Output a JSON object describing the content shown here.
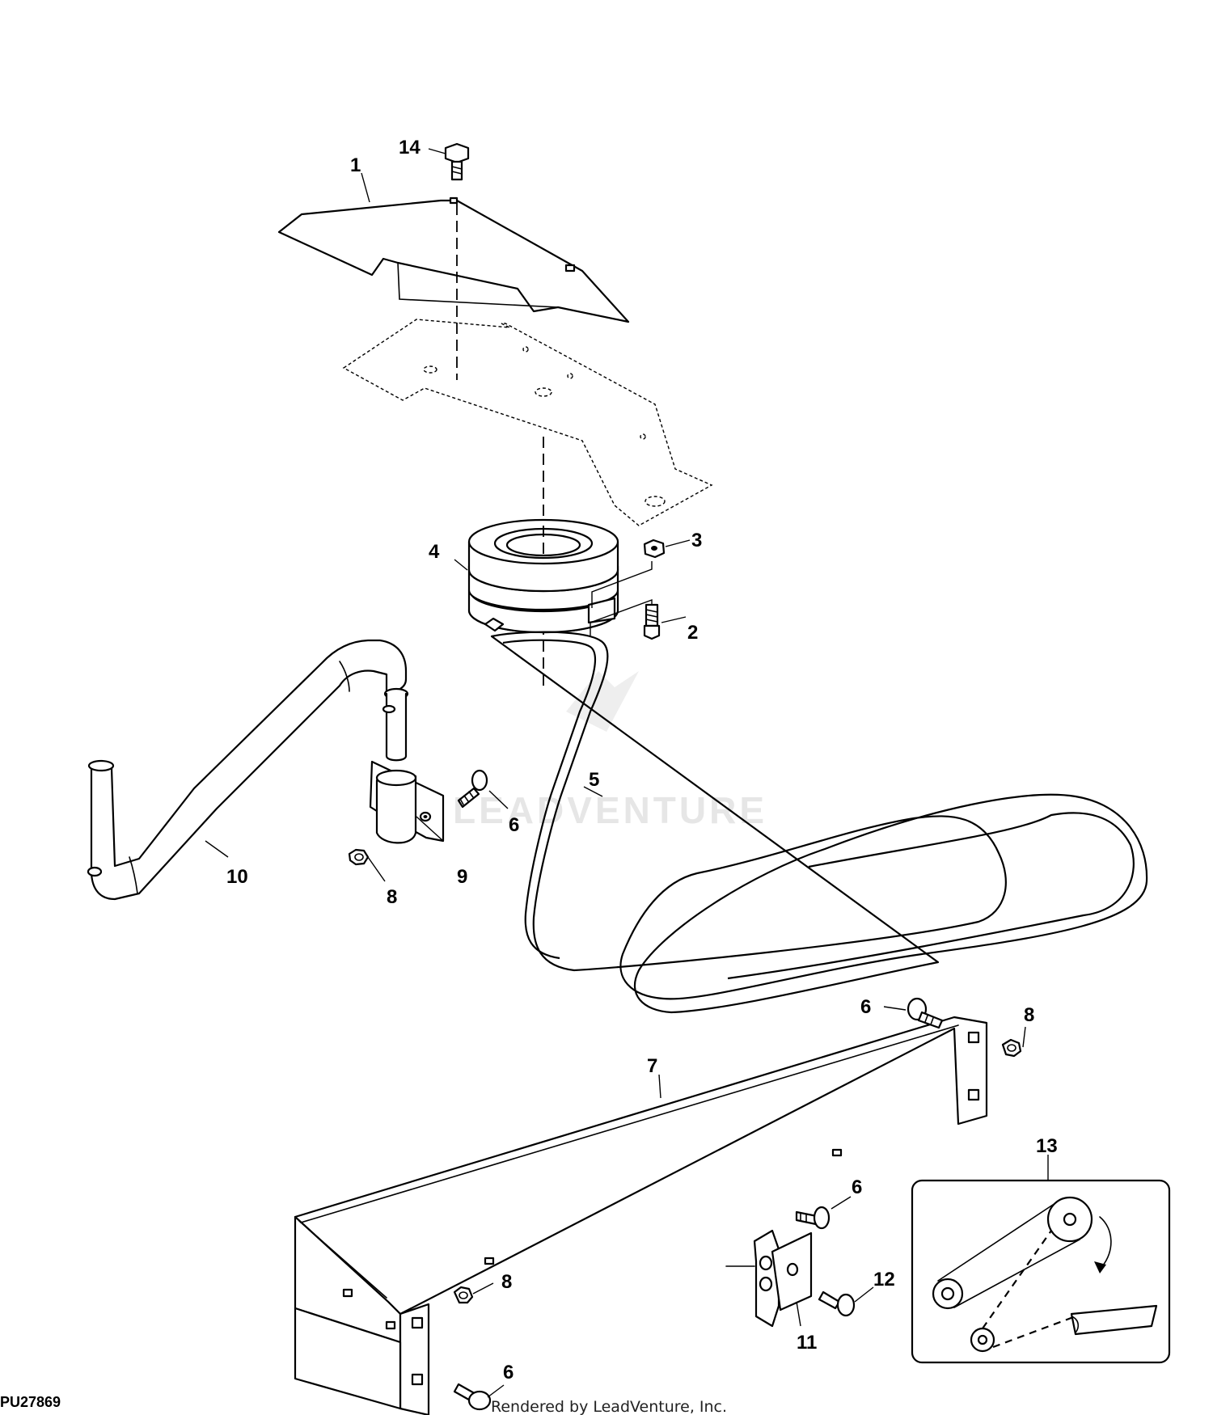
{
  "figure_id": "PU27869",
  "credit": "Rendered by LeadVenture, Inc.",
  "watermark": "LEADVENTURE",
  "callouts": [
    {
      "id": "c1",
      "label": "1"
    },
    {
      "id": "c2",
      "label": "2"
    },
    {
      "id": "c3",
      "label": "3"
    },
    {
      "id": "c4",
      "label": "4"
    },
    {
      "id": "c5",
      "label": "5"
    },
    {
      "id": "c6a",
      "label": "6"
    },
    {
      "id": "c6b",
      "label": "6"
    },
    {
      "id": "c6c",
      "label": "6"
    },
    {
      "id": "c6d",
      "label": "6"
    },
    {
      "id": "c7",
      "label": "7"
    },
    {
      "id": "c8a",
      "label": "8"
    },
    {
      "id": "c8b",
      "label": "8"
    },
    {
      "id": "c8c",
      "label": "8"
    },
    {
      "id": "c9",
      "label": "9"
    },
    {
      "id": "c10",
      "label": "10"
    },
    {
      "id": "c11",
      "label": "11"
    },
    {
      "id": "c12",
      "label": "12"
    },
    {
      "id": "c13",
      "label": "13"
    },
    {
      "id": "c14",
      "label": "14"
    }
  ]
}
